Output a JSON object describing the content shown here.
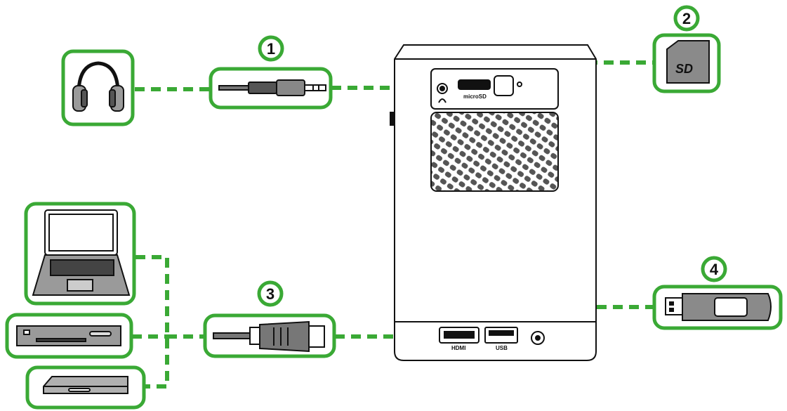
{
  "colors": {
    "accent": "#3aa935",
    "outline": "#111111",
    "device_gray": "#8a8a8a"
  },
  "callouts": [
    {
      "number": "1",
      "target": "earphone-jack"
    },
    {
      "number": "2",
      "target": "micro-sd-slot"
    },
    {
      "number": "3",
      "target": "hdmi-port"
    },
    {
      "number": "4",
      "target": "usb-port"
    }
  ],
  "device": {
    "port_labels": {
      "microsd": "microSD",
      "hdmi": "HDMI",
      "usb": "USB"
    },
    "card_label": "SD"
  },
  "accessories": {
    "icons": [
      "headphones-icon",
      "audio-cable-icon",
      "sd-card-icon",
      "laptop-icon",
      "dvd-player-icon",
      "set-top-box-icon",
      "hdmi-cable-icon",
      "usb-drive-icon"
    ]
  }
}
